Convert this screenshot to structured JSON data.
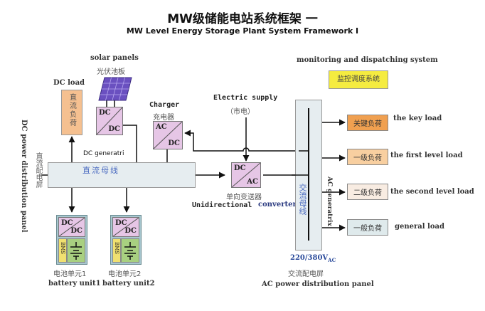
{
  "title": "MW级储能电站系统框架 一",
  "subtitle": "MW Level Energy Storage Plant System Framework Ⅰ",
  "dc_panel": {
    "label_en": "DC power distribution panel",
    "label_cn": "直流配电屏",
    "bus_cn": "直流母线",
    "bus_en": "DC generatri"
  },
  "dc_load": {
    "label_en": "DC load",
    "label_cn": "直流负荷"
  },
  "solar": {
    "label_en": "solar panels",
    "label_cn": "光伏池板",
    "converter_top": "DC",
    "converter_bottom": "DC"
  },
  "charger": {
    "label_en": "Charger",
    "label_cn": "充电器",
    "converter_top": "AC",
    "converter_bottom": "DC"
  },
  "electric_supply": {
    "label_en": "Electric supply",
    "label_cn": "（市电）"
  },
  "inverter": {
    "converter_top": "DC",
    "converter_bottom": "AC",
    "label_cn": "单向变送器",
    "label_en_1": "Unidirectional",
    "label_en_2": "converter"
  },
  "batteries": [
    {
      "converter_top": "DC",
      "converter_bottom": "DC",
      "bms": "BMS",
      "label_cn": "电池单元1",
      "label_en": "battery unit1"
    },
    {
      "converter_top": "DC",
      "converter_bottom": "DC",
      "bms": "BMS",
      "label_cn": "电池单元2",
      "label_en": "battery unit2"
    }
  ],
  "monitoring": {
    "label_en": "monitoring and dispatching system",
    "label_cn": "监控调度系统"
  },
  "ac_panel": {
    "bus_cn": "交流母线",
    "bus_en": "AC generatrix",
    "voltage": "220/380V",
    "voltage_sub": "AC",
    "label_cn": "交流配电屏",
    "label_en": "AC power distribution panel"
  },
  "loads": [
    {
      "label_cn": "关键负荷",
      "label_en": "the key load",
      "color": "#f0a050"
    },
    {
      "label_cn": "一级负荷",
      "label_en": "the first level load",
      "color": "#f8cfa0"
    },
    {
      "label_cn": "二级负荷",
      "label_en": "the second level load",
      "color": "#f8ece2"
    },
    {
      "label_cn": "一般负荷",
      "label_en": "general load",
      "color": "#dfeaec"
    }
  ]
}
